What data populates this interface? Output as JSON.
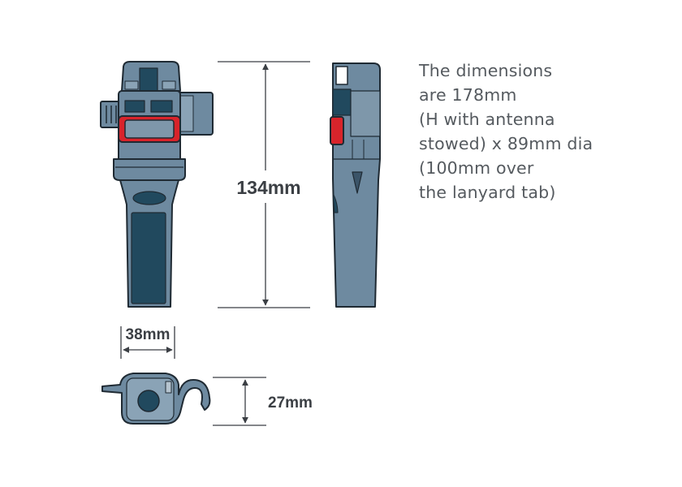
{
  "caption": {
    "lines": [
      "The dimensions",
      "are 178mm",
      "(H with antenna",
      "stowed) x 89mm dia",
      "(100mm over",
      "the lanyard tab)"
    ]
  },
  "dimensions": {
    "height_label": "134mm",
    "width_label": "38mm",
    "depth_label": "27mm"
  },
  "colors": {
    "body": "#6e8aa0",
    "body_dark": "#3b5468",
    "panel": "#21495e",
    "outline": "#1f2a33",
    "clip_red": "#d8242b",
    "dim_line": "#3b3f44"
  }
}
